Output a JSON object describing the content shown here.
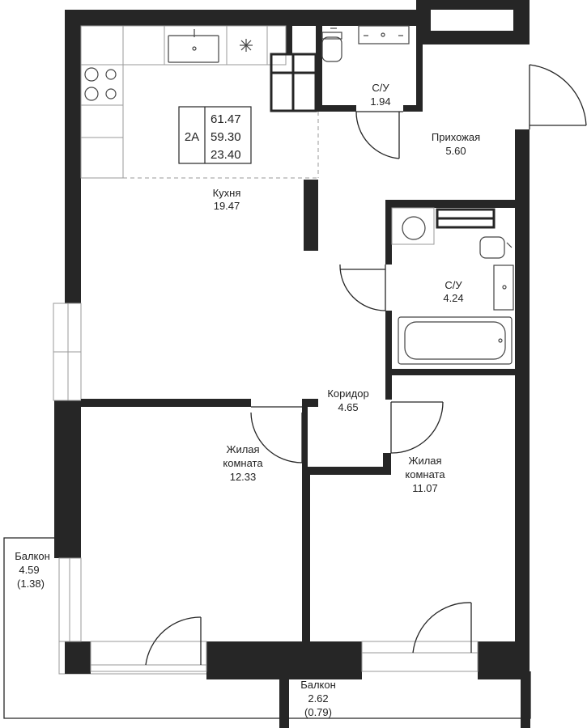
{
  "apartment": {
    "type": "2A",
    "total_area": "61.47",
    "living_area_incl": "59.30",
    "living_area": "23.40"
  },
  "rooms": {
    "kitchen": {
      "name": "Кухня",
      "area": "19.47"
    },
    "bath_small": {
      "name": "С/У",
      "area": "1.94"
    },
    "hallway": {
      "name": "Прихожая",
      "area": "5.60"
    },
    "bath_large": {
      "name": "С/У",
      "area": "4.24"
    },
    "corridor": {
      "name": "Коридор",
      "area": "4.65"
    },
    "living_left": {
      "name_line1": "Жилая",
      "name_line2": "комната",
      "area": "12.33"
    },
    "living_right": {
      "name_line1": "Жилая",
      "name_line2": "комната",
      "area": "11.07"
    },
    "balcony_left": {
      "name": "Балкон",
      "area": "4.59",
      "area_reduced": "(1.38)"
    },
    "balcony_bottom": {
      "name": "Балкон",
      "area": "2.62",
      "area_reduced": "(0.79)"
    }
  },
  "colors": {
    "wall": "#262626",
    "fixture": "#444444",
    "light_line": "#9a9a9a"
  }
}
